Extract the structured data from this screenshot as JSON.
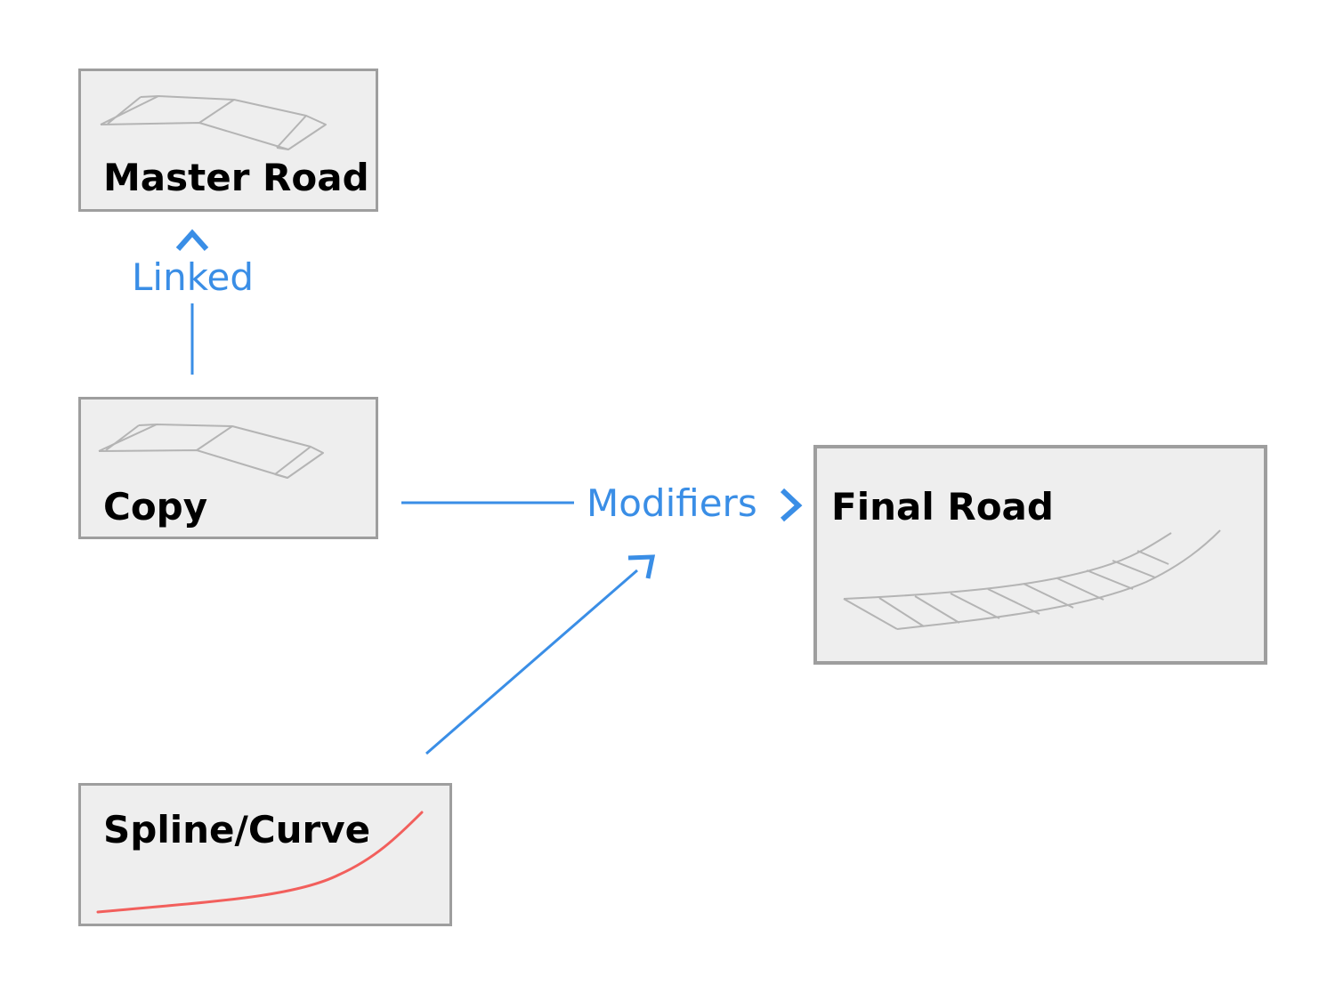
{
  "colors": {
    "edge": "#3a8ee6",
    "node_fill": "#eeeeee",
    "node_border": "#9e9e9e",
    "sketch": "#b4b4b4",
    "spline": "#f25f5c",
    "title": "#000000"
  },
  "nodes": {
    "master_road": {
      "title": "Master Road",
      "icon": "road-segment-sketch-icon"
    },
    "copy": {
      "title": "Copy",
      "icon": "road-segment-sketch-icon"
    },
    "final_road": {
      "title": "Final Road",
      "icon": "curved-road-sketch-icon"
    },
    "spline_curve": {
      "title": "Spline/Curve",
      "icon": "spline-curve-icon"
    }
  },
  "edges": {
    "linked": {
      "label": "Linked",
      "from": "Copy",
      "to": "Master Road"
    },
    "modifiers": {
      "label": "Modifiers",
      "from": [
        "Copy",
        "Spline/Curve"
      ],
      "to": "Final Road"
    }
  }
}
